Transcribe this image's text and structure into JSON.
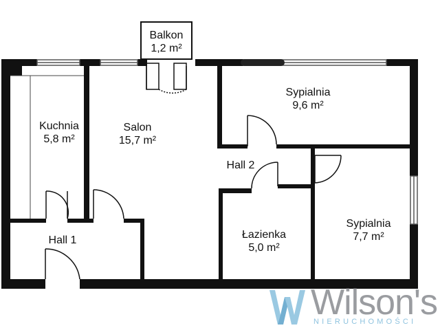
{
  "rooms": [
    {
      "id": "balkon",
      "name": "Balkon",
      "area": "1,2 m²"
    },
    {
      "id": "kuchnia",
      "name": "Kuchnia",
      "area": "5,8 m²"
    },
    {
      "id": "salon",
      "name": "Salon",
      "area": "15,7 m²"
    },
    {
      "id": "sypialnia1",
      "name": "Sypialnia",
      "area": "9,6 m²"
    },
    {
      "id": "hall2",
      "name": "Hall 2",
      "area": ""
    },
    {
      "id": "lazienka",
      "name": "Łazienka",
      "area": "5,0 m²"
    },
    {
      "id": "sypialnia2",
      "name": "Sypialnia",
      "area": "7,7 m²"
    },
    {
      "id": "hall1",
      "name": "Hall 1",
      "area": ""
    }
  ],
  "brand": {
    "name": "Wilson's",
    "tagline": "NIERUCHOMOŚCI",
    "colors": {
      "grey": "#9a9ca0",
      "blue": "#8fc3df",
      "wall": "#111111"
    }
  }
}
